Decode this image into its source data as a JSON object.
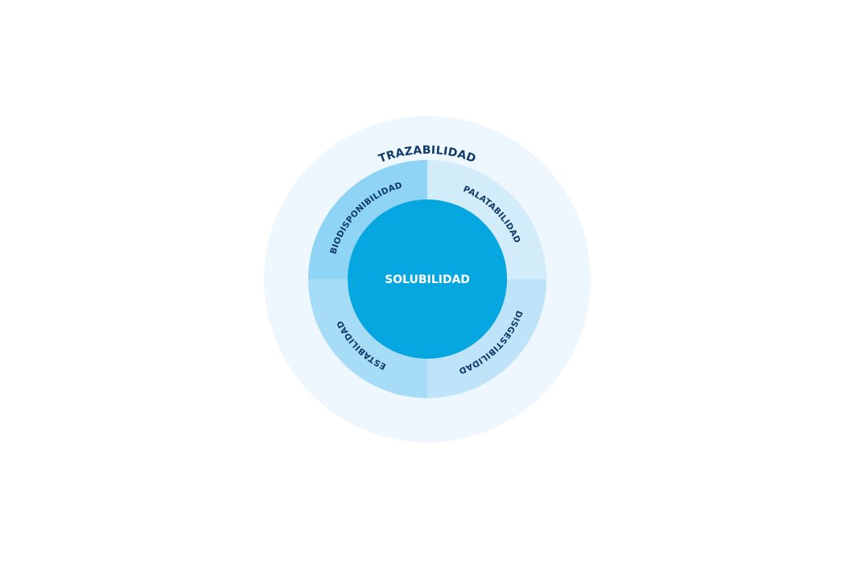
{
  "diagram": {
    "center": {
      "label": "SOLUBILIDAD",
      "color": "#06a6e0"
    },
    "outer": {
      "label": "TRAZABILIDAD",
      "color": "#eef7fd"
    },
    "segments": [
      {
        "label": "PALATABILIDAD",
        "color": "#d3ecfa"
      },
      {
        "label": "DISGESTIBILIDAD",
        "color": "#bfe4f9"
      },
      {
        "label": "ESTABILIDAD",
        "color": "#a7dcf6"
      },
      {
        "label": "BIODISPONIBILIDAD",
        "color": "#8fd3f5"
      }
    ],
    "text_color": "#0f3a6b"
  }
}
